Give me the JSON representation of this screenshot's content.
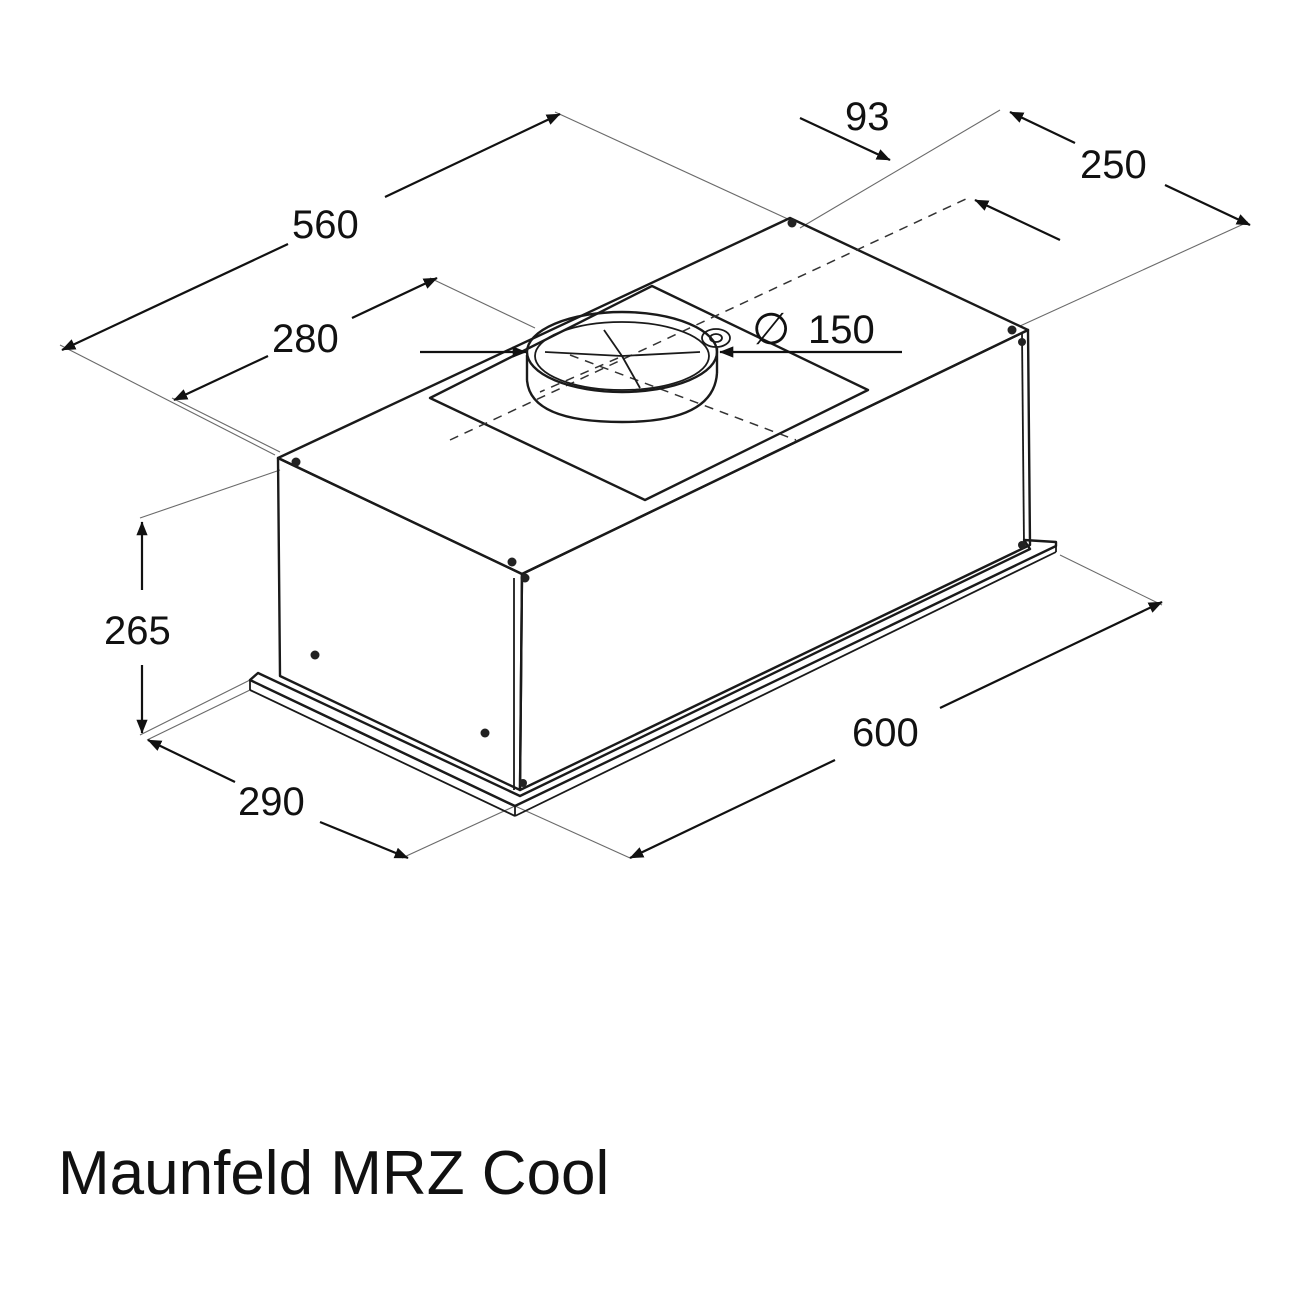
{
  "diagram": {
    "dimensions": {
      "length_top": "560",
      "offset_top": "93",
      "depth_top": "250",
      "cutout_width": "280",
      "duct_diameter": "150",
      "height": "265",
      "depth_bottom": "290",
      "length_bottom": "600"
    },
    "diameter_symbol": "∅",
    "title": "Maunfeld MRZ Cool"
  }
}
